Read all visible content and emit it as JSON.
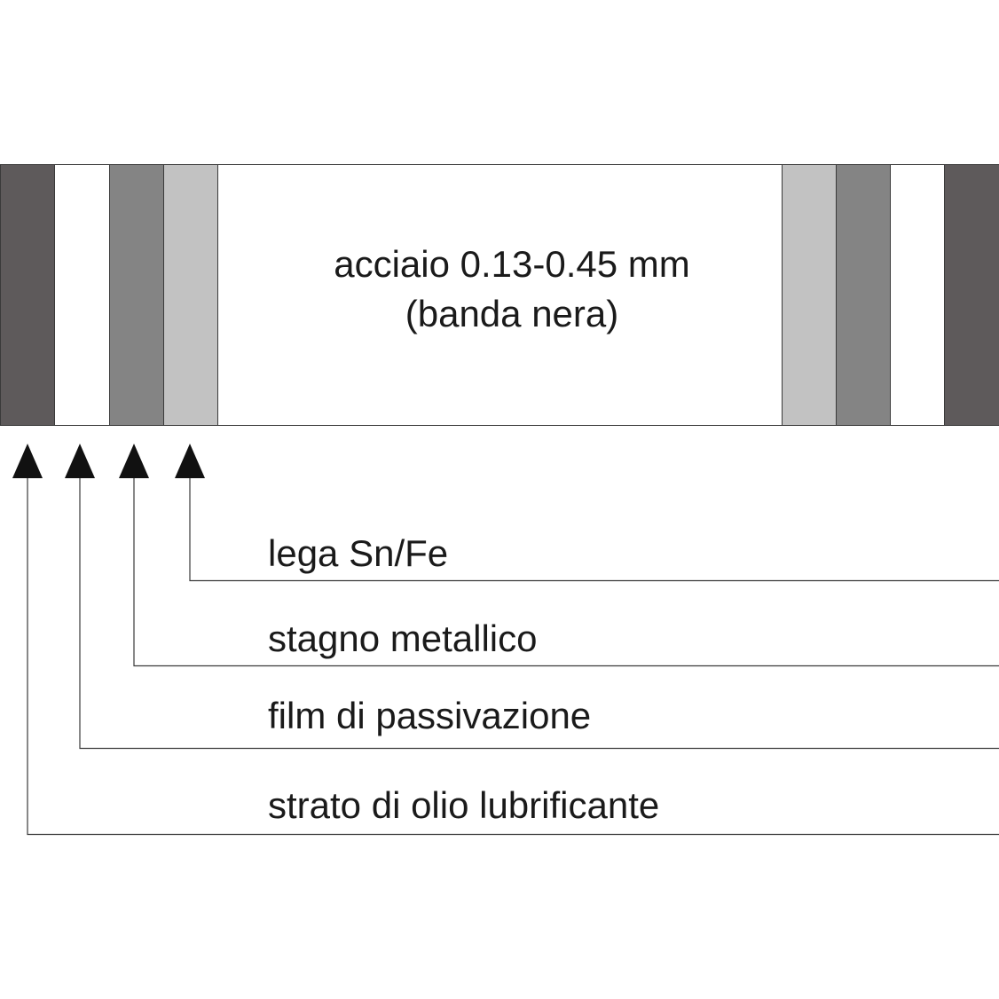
{
  "steel": {
    "line1": "acciaio 0.13-0.45 mm",
    "line2": "(banda nera)"
  },
  "layers": [
    {
      "label": "strato di olio lubrificante",
      "color": "#5e5a5b"
    },
    {
      "label": "film di passivazione",
      "color": "#ffffff"
    },
    {
      "label": "stagno metallico",
      "color": "#848484"
    },
    {
      "label": "lega Sn/Fe",
      "color": "#c2c2c2"
    }
  ],
  "colors": {
    "steel": "#ffffff",
    "stroke": "#3a3a3a",
    "arrow": "#111111",
    "text": "#1a1a1a"
  }
}
